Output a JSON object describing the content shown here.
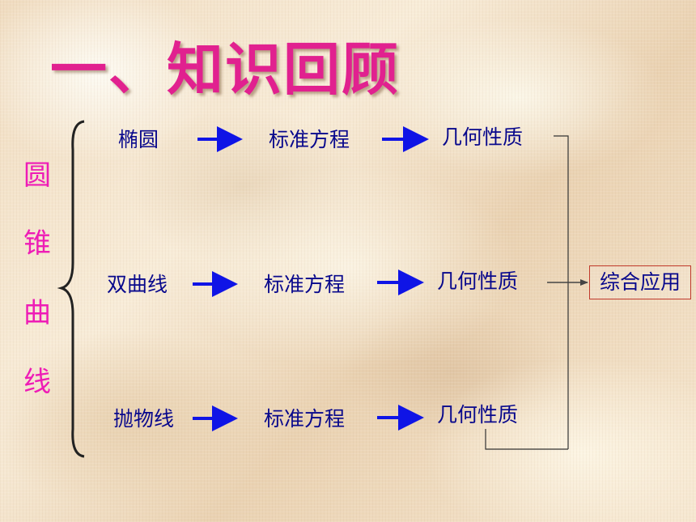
{
  "title": "一、知识回顾",
  "side_label": [
    "圆",
    "锥",
    "曲",
    "线"
  ],
  "rows": [
    {
      "curve": "椭圆",
      "equation": "标准方程",
      "property": "几何性质"
    },
    {
      "curve": "双曲线",
      "equation": "标准方程",
      "property": "几何性质"
    },
    {
      "curve": "抛物线",
      "equation": "标准方程",
      "property": "几何性质"
    }
  ],
  "result": "综合应用",
  "colors": {
    "title": "#e1218f",
    "side_label": "#ee1cb6",
    "text": "#08088c",
    "arrow": "#0f14e6",
    "box_border": "#c0392b"
  }
}
